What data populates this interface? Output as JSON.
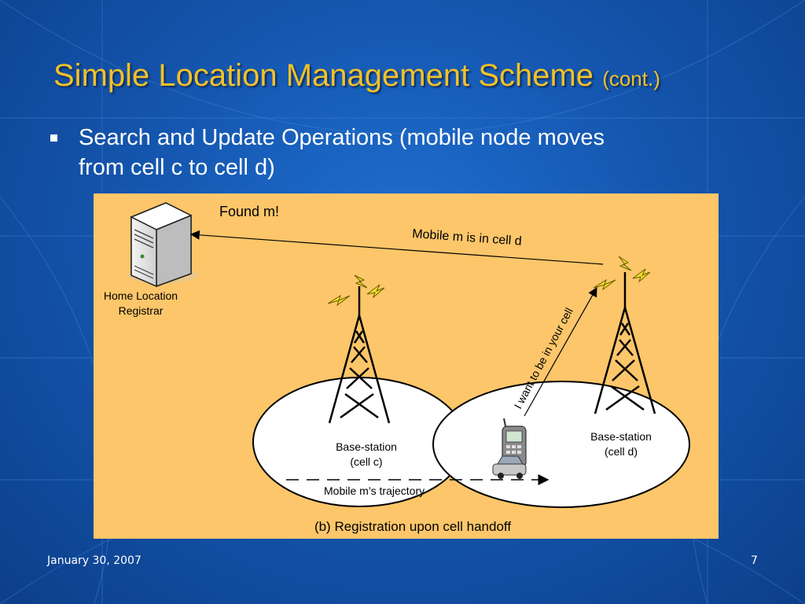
{
  "slide": {
    "title": "Simple Location Management Scheme",
    "title_suffix": "(cont.)",
    "bullet": "Search and Update Operations (mobile node moves from cell c to cell d)",
    "footer_date": "January 30, 2007",
    "page_number": "7"
  },
  "diagram": {
    "found_label": "Found m!",
    "hlr_label_line1": "Home Location",
    "hlr_label_line2": "Registrar",
    "message_to_hlr": "Mobile m is in cell d",
    "message_to_base": "I want to be in your cell",
    "base_c_line1": "Base-station",
    "base_c_line2": "(cell c)",
    "base_d_line1": "Base-station",
    "base_d_line2": "(cell d)",
    "trajectory_label": "Mobile m’s trajectory",
    "caption": "(b) Registration upon cell handoff",
    "icons": [
      "server-icon",
      "cell-tower-icon",
      "lightning-icon",
      "mobile-phone-icon",
      "car-icon"
    ]
  },
  "colors": {
    "background": "#1557b0",
    "title": "#f2c128",
    "panel": "#fdc66a",
    "text": "#ffffff"
  }
}
